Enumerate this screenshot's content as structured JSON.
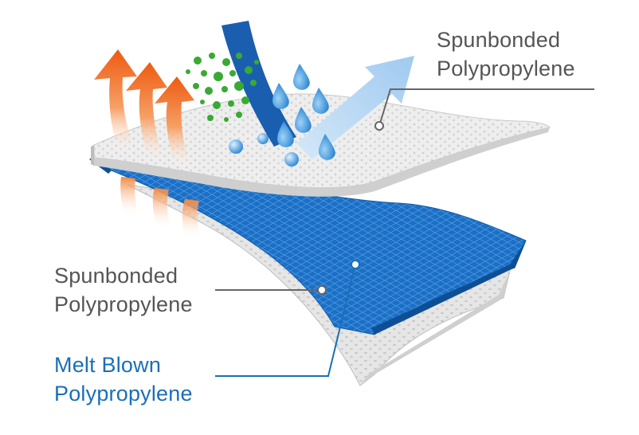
{
  "labels": {
    "top": {
      "line1": "Spunbonded",
      "line2": "Polypropylene"
    },
    "middle": {
      "line1": "Spunbonded",
      "line2": "Polypropylene"
    },
    "bottom": {
      "line1": "Melt Blown",
      "line2": "Polypropylene"
    }
  },
  "colors": {
    "label_gray": "#555555",
    "label_blue": "#1a6fb8",
    "melt_blown_blue": "#1a6fc4",
    "fabric_gray": "#e4e4e4",
    "heat_orange": "#f36a16",
    "droplet_blue": "#2f8fd8",
    "particle_green": "#3aa935",
    "outflow_arrow": "#a9cfee"
  },
  "icons": [
    "heat-arrow-icon",
    "water-droplet-icon",
    "particle-icon",
    "airflow-arrow-icon"
  ]
}
